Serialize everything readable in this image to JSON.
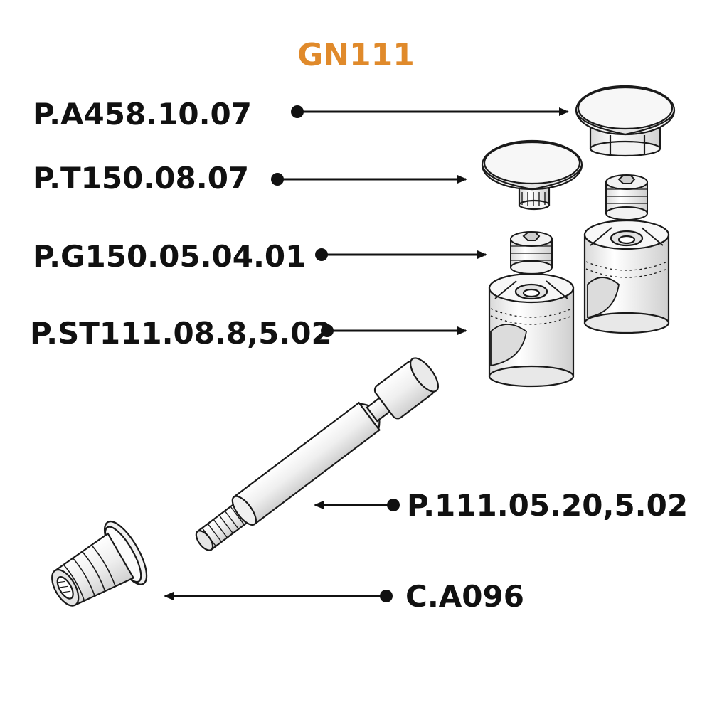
{
  "title": "GN111",
  "colors": {
    "title": "#E08A2B",
    "ink": "#111111",
    "part_fill": "#F2F2F2",
    "part_stroke": "#1a1a1a"
  },
  "parts": [
    {
      "code": "P.A458.10.07",
      "icon": "cover-cap-large"
    },
    {
      "code": "P.T150.08.07",
      "icon": "cover-cap-small"
    },
    {
      "code": "P.G150.05.04.01",
      "icon": "set-screw"
    },
    {
      "code": "P.ST111.08.8,5.02",
      "icon": "cam-housing"
    },
    {
      "code": "P.111.05.20,5.02",
      "icon": "connecting-bolt"
    },
    {
      "code": "C.A096",
      "icon": "threaded-insert"
    }
  ]
}
